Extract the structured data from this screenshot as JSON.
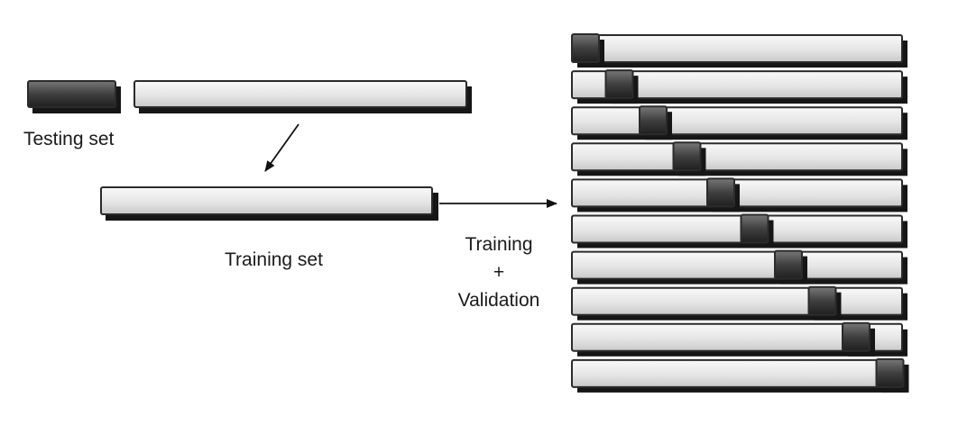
{
  "labels": {
    "testing_set": "Testing set",
    "training_set": "Training set",
    "training_validation": [
      "Training",
      "+",
      "Validation"
    ]
  },
  "cross_validation": {
    "folds": 10,
    "validation_fold_index_per_row": [
      0,
      1,
      2,
      3,
      4,
      5,
      6,
      7,
      8,
      9
    ]
  },
  "colors": {
    "light_bar": "#e6e6e6",
    "dark_block": "#404040",
    "border": "#2b2b2b",
    "shadow": "#151515"
  }
}
